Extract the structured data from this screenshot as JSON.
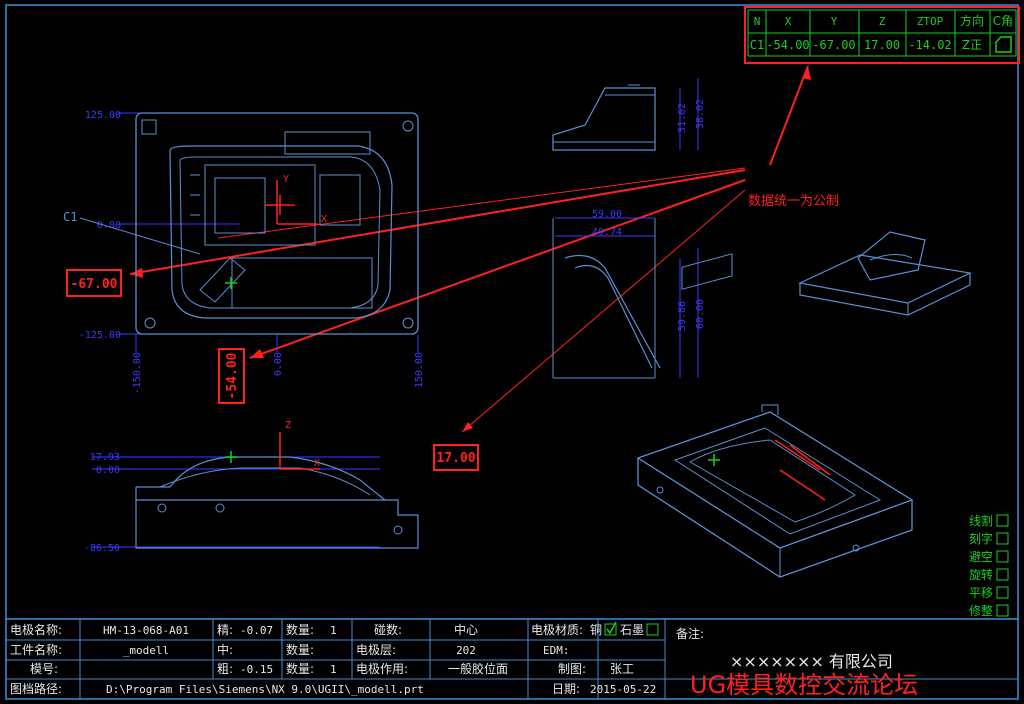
{
  "colors": {
    "bg": "#000000",
    "frame": "#3a8fd8",
    "line": "#5a8fd0",
    "dim": "#3b3bff",
    "green": "#19d01d",
    "dark_green": "#1a7a1a",
    "red": "#ff2020",
    "white": "#e8e8e8"
  },
  "coord_table": {
    "headers": [
      "N",
      "X",
      "Y",
      "Z",
      "ZTOP",
      "方向",
      "C角"
    ],
    "row": [
      "C1",
      "-54.00",
      "-67.00",
      "17.00",
      "-14.02",
      "Z正",
      ""
    ]
  },
  "note_text": "数据统一为公制",
  "callouts": {
    "y": "-67.00",
    "x": "-54.00",
    "z": "17.00"
  },
  "top_view": {
    "point_label": "C1",
    "y_ticks": [
      "125.00",
      "0.00",
      "-125.00"
    ],
    "x_ticks": [
      "-150.00",
      "0.00",
      "150.00"
    ]
  },
  "front_view": {
    "z_ticks": [
      "17.93",
      "0.00",
      "-86.50"
    ],
    "axis_z": "Z",
    "axis_x": "X"
  },
  "side_view": {
    "dims": [
      "31.02",
      "38.02"
    ]
  },
  "detail_view": {
    "dims": [
      "59.00",
      "49.74",
      "59.86",
      "60.00"
    ]
  },
  "axis_labels": {
    "y": "Y",
    "x": "X"
  },
  "process_options": [
    {
      "label": "线割"
    },
    {
      "label": "刻字"
    },
    {
      "label": "避空"
    },
    {
      "label": "旋转"
    },
    {
      "label": "平移"
    },
    {
      "label": "修整"
    }
  ],
  "title_block": {
    "electrode_name_label": "电极名称:",
    "electrode_name": "HM-13-068-A01",
    "part_name_label": "工件名称:",
    "part_name": "_modell",
    "model_label": "模号:",
    "path_label": "图档路径:",
    "path": "D:\\Program Files\\Siemens\\NX 9.0\\UGII\\_modell.prt",
    "fine_label": "精:",
    "fine": "-0.07",
    "mid_label": "中:",
    "rough_label": "粗:",
    "rough": "-0.15",
    "qty_label": "数量:",
    "fine_qty": "1",
    "rough_qty": "1",
    "reference_label": "碰数:",
    "reference": "中心",
    "layer_label": "电极层:",
    "layer": "202",
    "function_label": "电极作用:",
    "function": "一般胶位面",
    "material_label": "电极材质:",
    "material_copper": "铜",
    "material_graphite": "石墨",
    "edm_label": "EDM:",
    "drafter_label": "制图:",
    "drafter": "张工",
    "date_label": "日期:",
    "date": "2015-05-22",
    "remark_label": "备注:",
    "company": "××××××× 有限公司",
    "watermark": "UG模具数控交流论坛"
  }
}
